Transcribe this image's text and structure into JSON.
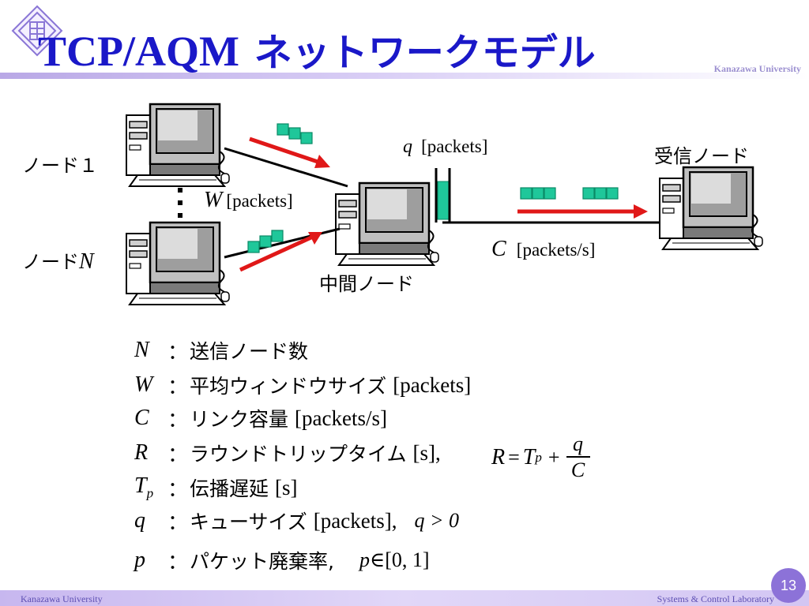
{
  "title": {
    "en": "TCP/AQM",
    "jp": "ネットワークモデル"
  },
  "header": {
    "university": "Kanazawa University"
  },
  "footer": {
    "university": "Kanazawa University",
    "lab": "Systems & Control Laboratory",
    "page": "13"
  },
  "diagram": {
    "node1": "ノード１",
    "nodeN_prefix": "ノード",
    "nodeN_var": "N",
    "middle": "中間ノード",
    "receiver": "受信ノード",
    "W_var": "W",
    "W_unit": "[packets]",
    "q_var": "q",
    "q_unit": "[packets]",
    "C_var": "C",
    "C_unit": "[packets/s]"
  },
  "legend": [
    {
      "sym": "N",
      "desc": "送信ノード数",
      "unit": ""
    },
    {
      "sym": "W",
      "desc": "平均ウィンドウサイズ",
      "unit": "[packets]"
    },
    {
      "sym": "C",
      "desc": "リンク容量",
      "unit": "[packets/s]"
    },
    {
      "sym": "R",
      "desc": "ラウンドトリップタイム",
      "unit": "[s],"
    },
    {
      "sym": "T",
      "sub": "p",
      "desc": "伝播遅延",
      "unit": "[s]"
    },
    {
      "sym": "q",
      "desc": "キューサイズ",
      "unit": "[packets],"
    },
    {
      "sym": "p",
      "desc": "パケット廃棄率,",
      "unit": ""
    }
  ],
  "formulas": {
    "R_lhs": "R",
    "eq": "=",
    "T": "T",
    "p_sub": "p",
    "plus": "+",
    "num": "q",
    "den": "C",
    "q_pos": "q > 0",
    "p_range_var": "p",
    "p_in": "∈",
    "p_range": "[0, 1]"
  },
  "colon": "："
}
